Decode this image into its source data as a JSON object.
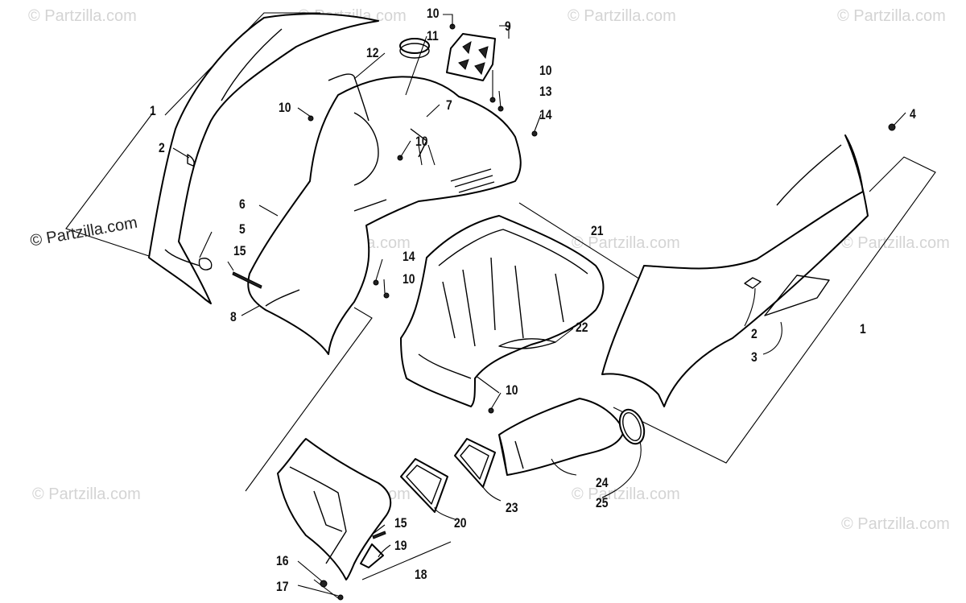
{
  "watermark": "© Partzilla.com",
  "copyright": "© Partzilla.com",
  "labels": {
    "l1a": "1",
    "l1b": "1",
    "l2a": "2",
    "l2b": "2",
    "l3": "3",
    "l4": "4",
    "l5": "5",
    "l6": "6",
    "l7": "7",
    "l8": "8",
    "l9": "9",
    "l10a": "10",
    "l10b": "10",
    "l10c": "10",
    "l10d": "10",
    "l10e": "10",
    "l10f": "10",
    "l11": "11",
    "l12": "12",
    "l13": "13",
    "l14a": "14",
    "l14b": "14",
    "l15a": "15",
    "l15b": "15",
    "l16": "16",
    "l17": "17",
    "l18": "18",
    "l19": "19",
    "l20": "20",
    "l21": "21",
    "l22": "22",
    "l23": "23",
    "l24": "24",
    "l25": "25"
  }
}
